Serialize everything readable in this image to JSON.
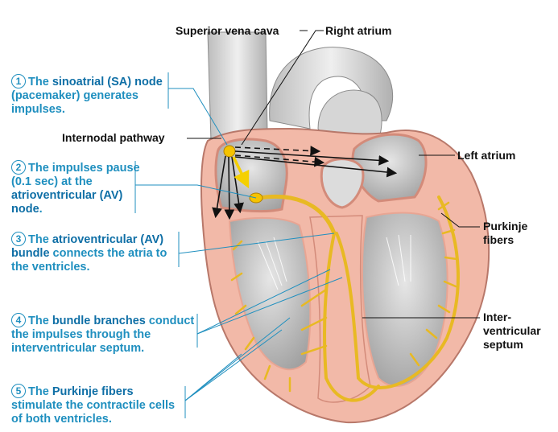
{
  "labels": {
    "superior_vena_cava": "Superior vena cava",
    "right_atrium": "Right atrium",
    "internodal_pathway": "Internodal pathway",
    "left_atrium": "Left atrium",
    "purkinje_fibers_1": "Purkinje",
    "purkinje_fibers_2": "fibers",
    "interventricular_1": "Inter-",
    "interventricular_2": "ventricular",
    "interventricular_3": "septum"
  },
  "steps": [
    {
      "number": "1",
      "pre": "The ",
      "highlight": "sinoatrial (SA) node",
      "post": " (pacemaker) generates impulses."
    },
    {
      "number": "2",
      "pre": "The impulses pause (0.1 sec) at the ",
      "highlight": "atrioventricular (AV) node",
      "post": "."
    },
    {
      "number": "3",
      "pre": "The ",
      "highlight": "atrioventricular (AV) bundle",
      "post": " connects the atria to the ventricles."
    },
    {
      "number": "4",
      "pre": "The ",
      "highlight": "bundle branches",
      "post": " conduct the impulses through the interventricular septum."
    },
    {
      "number": "5",
      "pre": "The ",
      "highlight": "Purkinje fibers",
      "post": " stimulate the contractile cells of both ventricles."
    }
  ],
  "colors": {
    "step_text": "#1f8fbf",
    "conduction": "#e8b923",
    "myocardium": "#f2b9a8",
    "chamber": "#c8c8c8",
    "arrow_yellow": "#f5d000"
  }
}
